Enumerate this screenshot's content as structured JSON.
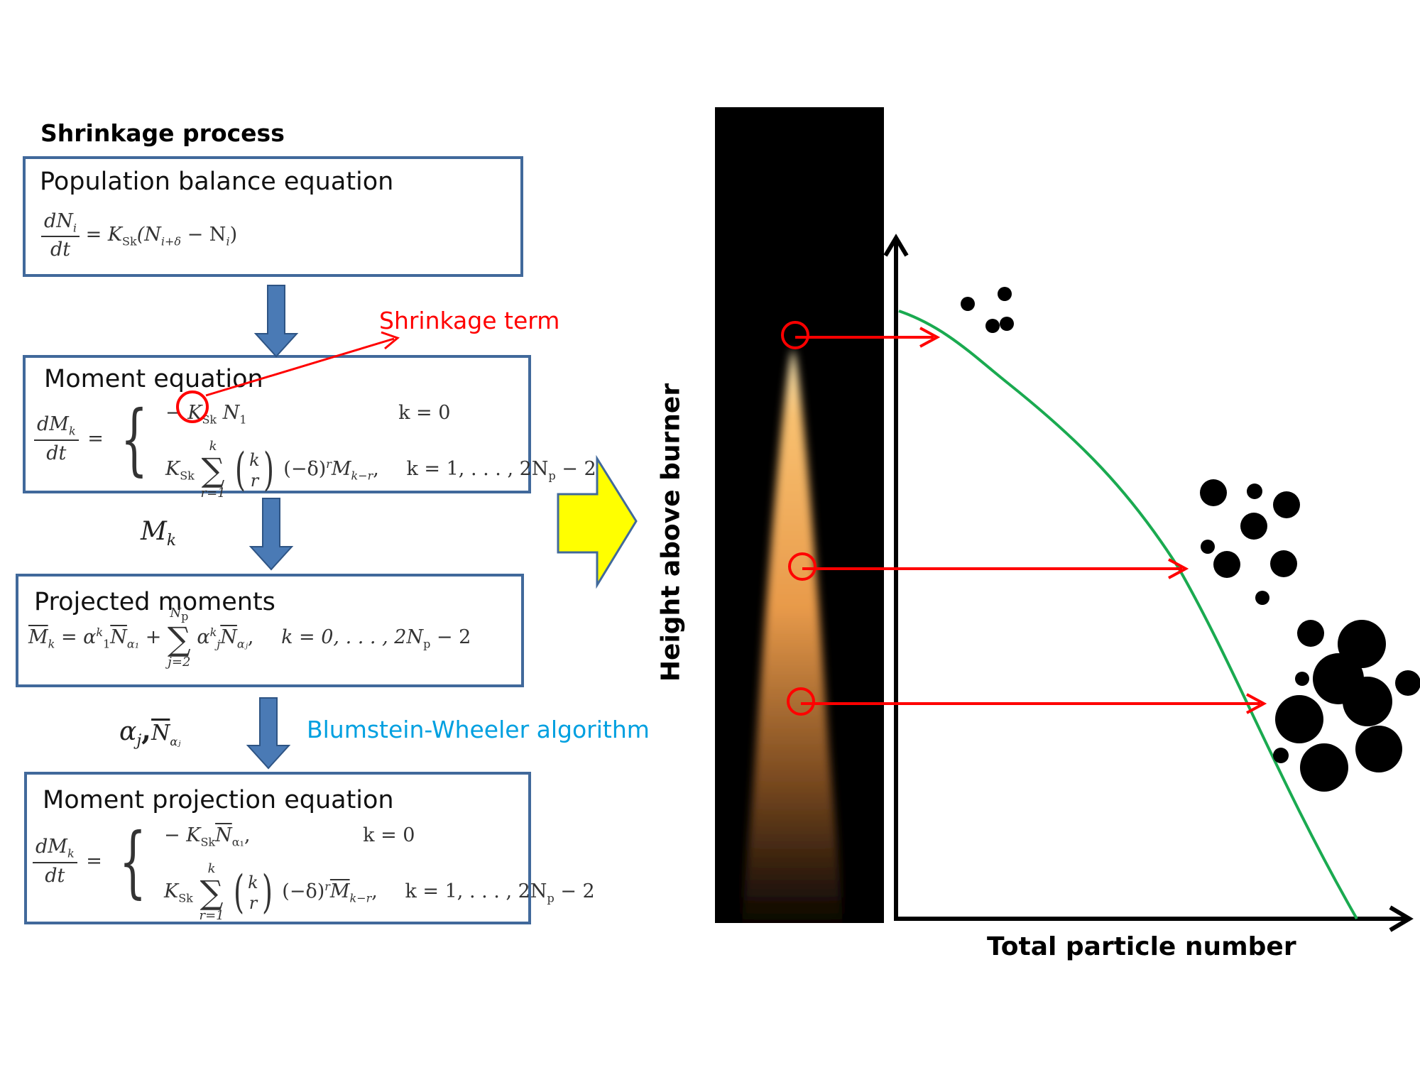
{
  "left": {
    "heading": "Shrinkage process",
    "box1": {
      "title": "Population balance equation",
      "eq_lhs_num": "dN",
      "eq_lhs_num_sub": "i",
      "eq_lhs_den": "dt",
      "eq_rhs": "= K",
      "eq_rhs_sub": "Sk",
      "eq_rhs_rest": "(N",
      "eq_rhs_sub2": "i+δ",
      "eq_rhs_end": " − N",
      "eq_rhs_sub3": "i",
      "eq_rhs_close": ")"
    },
    "box2": {
      "title": "Moment equation",
      "lhs_num": "dM",
      "lhs_num_sub": "k",
      "lhs_den": "dt",
      "row1_a": "− K",
      "row1_sub": "Sk",
      "row1_b": "N",
      "row1_b_sub": "1",
      "row1_cond": "k = 0",
      "row2_a": "K",
      "row2_sub": "Sk",
      "row2_sum_top": "k",
      "row2_sum_bot": "r=1",
      "row2_binom_top": "k",
      "row2_binom_bot": "r",
      "row2_b": "(−δ)",
      "row2_b_sup": "r",
      "row2_c": "M",
      "row2_c_sub": "k−r",
      "row2_cond": "k = 1, . . . , 2N",
      "row2_cond_sub": "p",
      "row2_cond_end": " − 2"
    },
    "mk_label": "M",
    "mk_label_sub": "k",
    "box3": {
      "title": "Projected moments",
      "eq_a": "M",
      "eq_a_sub": "k",
      "eq_b": " = α",
      "eq_b_sup": "k",
      "eq_b_sub": "1",
      "eq_c": "N",
      "eq_c_sub": "α₁",
      "eq_d": " + ",
      "sum_top": "N",
      "sum_top_sub": "p",
      "sum_bot": "j=2",
      "eq_e": "α",
      "eq_e_sup": "k",
      "eq_e_sub": "j",
      "eq_f": "N",
      "eq_f_sub": "αⱼ",
      "eq_g": ",",
      "cond": "k = 0, . . . , 2N",
      "cond_sub": "p",
      "cond_end": " − 2"
    },
    "alpha_label": "α",
    "alpha_label_sub": "j",
    "alpha_comma": ",",
    "n_label": "N",
    "n_label_sub": "αⱼ",
    "box4": {
      "title": "Moment projection equation",
      "lhs_num": "dM",
      "lhs_num_sub": "k",
      "lhs_den": "dt",
      "row1_a": "− K",
      "row1_sub": "Sk",
      "row1_b": "N",
      "row1_b_sub": "α₁",
      "row1_comma": ",",
      "row1_cond": "k = 0",
      "row2_a": "K",
      "row2_sub": "Sk",
      "row2_sum_top": "k",
      "row2_sum_bot": "r=1",
      "row2_binom_top": "k",
      "row2_binom_bot": "r",
      "row2_b": "(−δ)",
      "row2_b_sup": "r",
      "row2_c": "M",
      "row2_c_sub": "k−r",
      "row2_cond": "k = 1, . . . , 2N",
      "row2_cond_sub": "p",
      "row2_cond_end": " − 2"
    },
    "shrinkage_term": "Shrinkage term",
    "bw_algorithm": "Blumstein-Wheeler algorithm"
  },
  "right": {
    "y_axis_label": "Height above burner",
    "x_axis_label": "Total particle number"
  },
  "colors": {
    "box_border": "#41699b",
    "down_arrow": "#4a7ab5",
    "down_arrow_border": "#2e5484",
    "shrinkage_red": "#ff0000",
    "bw_blue": "#00a0e0",
    "big_arrow_fill": "#ffff00",
    "big_arrow_border": "#41699b",
    "curve_green": "#1aaa50",
    "flame_bg": "#000000",
    "flame_core": "#f5b060"
  },
  "icons": {
    "down_arrow": "down-arrow-icon",
    "big_arrow": "right-arrow-icon",
    "callout_circle": "circle-marker-icon",
    "particle": "particle-dot-icon"
  }
}
